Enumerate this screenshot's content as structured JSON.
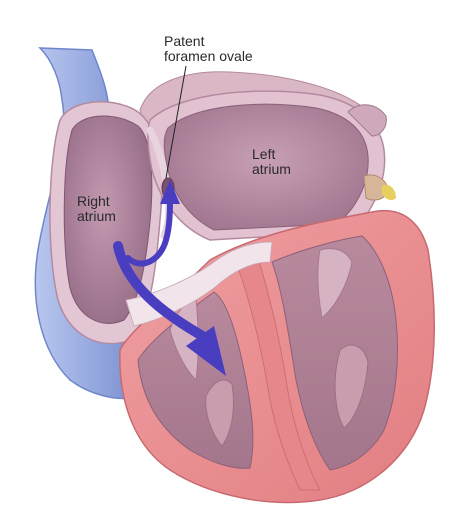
{
  "labels": {
    "patent_foramen_ovale": {
      "line1": "Patent",
      "line2": "foramen ovale"
    },
    "left_atrium": {
      "line1": "Left",
      "line2": "atrium"
    },
    "right_atrium": {
      "line1": "Right",
      "line2": "atrium"
    }
  },
  "colors": {
    "myocardium": "#e98a8a",
    "myocardium_dark": "#c96a6e",
    "atrium_wall": "#c7a2b6",
    "atrium_inner": "#a8788f",
    "vena_cava": "#9db0e0",
    "vena_cava_edge": "#6f86cc",
    "arrow": "#4a3ec0",
    "background": "#ffffff"
  }
}
